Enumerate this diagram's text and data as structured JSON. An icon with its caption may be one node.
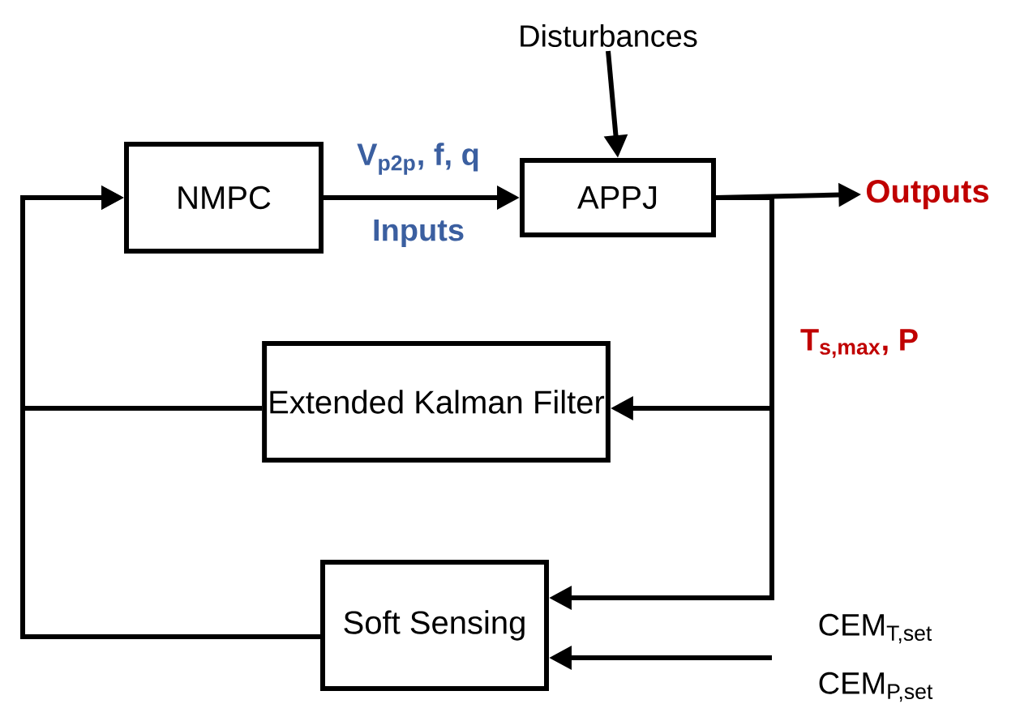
{
  "diagram": {
    "nodes": [
      {
        "text": [
          "NMPC"
        ]
      },
      {
        "text": [
          "APPJ"
        ]
      },
      {
        "text": [
          "Extended Kalman Filter"
        ]
      },
      {
        "text": [
          "Soft Sensing"
        ]
      },
      {
        "text": [
          "Disturbances"
        ]
      },
      {
        "text": [
          "Outputs"
        ]
      },
      {
        "text": [
          "CEM$_{T,set}$",
          "CEM$_{P,set}$"
        ]
      }
    ],
    "edges": [
      {
        "from": 0,
        "to": 1,
        "arrow": "to",
        "label": "V$_{p2p}$, f, q"
      },
      {
        "from": 4,
        "to": 1,
        "arrow": "to"
      },
      {
        "from": 1,
        "to": 5,
        "arrow": "to"
      },
      {
        "from": 1,
        "to": 2,
        "arrow": "to",
        "label": "T$_{s,max}$, P"
      },
      {
        "from": 1,
        "to": 3,
        "arrow": "to"
      },
      {
        "from": 2,
        "to": 0,
        "arrow": "to"
      },
      {
        "from": 3,
        "to": 0,
        "arrow": "to"
      },
      {
        "from": 6,
        "to": 3,
        "arrow": "to"
      }
    ],
    "labels": [
      "Inputs"
    ]
  }
}
